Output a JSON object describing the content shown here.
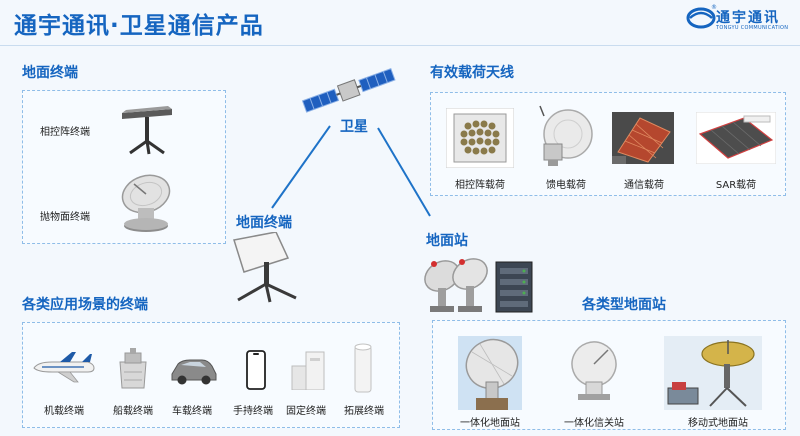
{
  "header": {
    "title": "通宇通讯·卫星通信产品",
    "logo_text": "通宇通讯",
    "logo_subtext": "TONGYU COMMUNICATION",
    "logo_mark": "®"
  },
  "sections": {
    "ground_terminals": {
      "title": "地面终端",
      "items": [
        {
          "label": "相控阵终端",
          "icon": "phased-array-terminal"
        },
        {
          "label": "抛物面终端",
          "icon": "parabolic-terminal"
        }
      ]
    },
    "payload_antennas": {
      "title": "有效载荷天线",
      "items": [
        {
          "label": "相控阵载荷",
          "icon": "phased-array-payload"
        },
        {
          "label": "馈电载荷",
          "icon": "feeder-payload"
        },
        {
          "label": "通信载荷",
          "icon": "communication-payload"
        },
        {
          "label": "SAR载荷",
          "icon": "sar-payload"
        }
      ]
    },
    "scenario_terminals": {
      "title": "各类应用场景的终端",
      "items": [
        {
          "label": "机载终端",
          "icon": "airplane"
        },
        {
          "label": "船载终端",
          "icon": "ship"
        },
        {
          "label": "车载终端",
          "icon": "car"
        },
        {
          "label": "手持终端",
          "icon": "smartphone"
        },
        {
          "label": "固定终端",
          "icon": "building"
        },
        {
          "label": "拓展终端",
          "icon": "cylinder-antenna"
        }
      ]
    },
    "ground_station_types": {
      "title": "各类型地面站",
      "items": [
        {
          "label": "一体化地面站",
          "icon": "large-dish-station"
        },
        {
          "label": "一体化信关站",
          "icon": "gateway-dish"
        },
        {
          "label": "移动式地面站",
          "icon": "mobile-station"
        }
      ]
    }
  },
  "diagram": {
    "satellite_label": "卫星",
    "ground_terminal_label": "地面终端",
    "ground_station_label": "地面站"
  },
  "colors": {
    "brand_blue": "#1565c0",
    "link_line": "#1e73c8",
    "box_border": "#8fbde8"
  }
}
